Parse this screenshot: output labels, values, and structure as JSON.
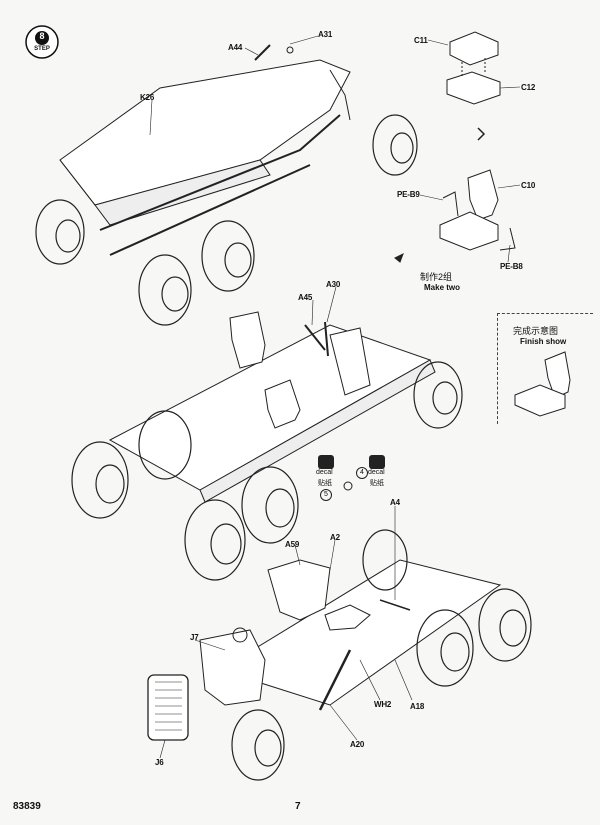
{
  "step": {
    "number": "8",
    "label": "STEP"
  },
  "parts": {
    "a44": "A44",
    "a31": "A31",
    "k26": "K26",
    "c11": "C11",
    "c12": "C12",
    "c10": "C10",
    "peb9": "PE-B9",
    "peb8": "PE-B8",
    "a45": "A45",
    "a30": "A30",
    "a59": "A59",
    "a2": "A2",
    "a4": "A4",
    "j7": "J7",
    "j6": "J6",
    "wh2": "WH2",
    "a18": "A18",
    "a20": "A20"
  },
  "notes": {
    "make_two_cn": "制作2组",
    "make_two_en": "Make two",
    "finish_cn": "完成示意图",
    "finish_en": "Finish show"
  },
  "decals": [
    {
      "cn": "贴纸",
      "en": "decal",
      "num": "5"
    },
    {
      "cn": "贴纸",
      "en": "decal",
      "num": "4"
    }
  ],
  "footer": {
    "kit_number": "83839",
    "page_number": "7"
  }
}
